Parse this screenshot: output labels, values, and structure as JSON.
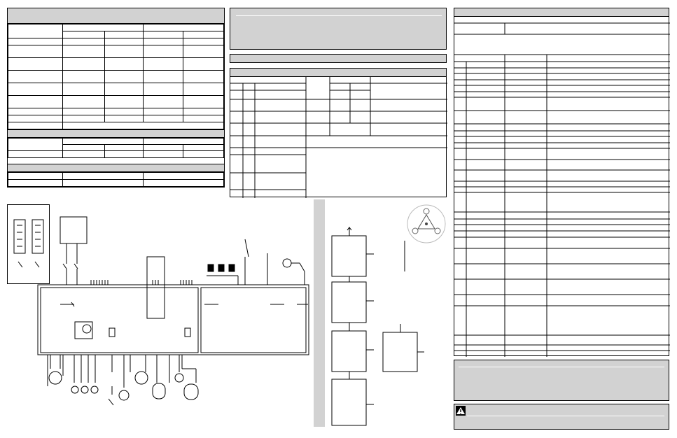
{
  "document": {
    "type": "wiring-diagram-sheet",
    "background": "#ffffff",
    "shade_color": "#d2d2d2",
    "line_color": "#000000"
  },
  "panels": {
    "table1": {
      "header": "",
      "rows": 11,
      "sections": 3
    },
    "notes1": {
      "text": ""
    },
    "table2": {
      "header": "",
      "rows": 10
    },
    "table3": {
      "header": "",
      "rows": 40
    },
    "notes2": {
      "text": ""
    },
    "warning": {
      "icon": "warning-triangle-icon",
      "text": ""
    }
  },
  "diagrams": {
    "wiring_schematic": {
      "label": ""
    },
    "flow_chart": {
      "label": ""
    },
    "selector_dial": {
      "icon": "rotary-selector-icon"
    }
  }
}
